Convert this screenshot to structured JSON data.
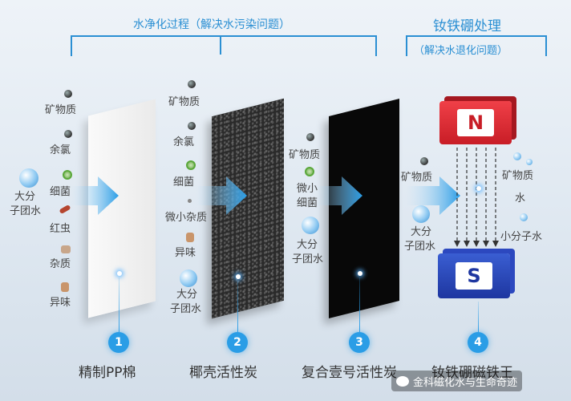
{
  "header": {
    "left_title": "水净化过程（解决水污染问题）",
    "right_title": "钕铁硼处理",
    "right_subtitle": "（解决水退化问题）"
  },
  "stage1": {
    "items": [
      "矿物质",
      "余氯",
      "细菌",
      "红虫",
      "杂质",
      "异味"
    ],
    "water": [
      "大分",
      "子团水"
    ]
  },
  "stage2": {
    "items": [
      "矿物质",
      "余氯",
      "细菌",
      "微小杂质",
      "异味"
    ],
    "water": [
      "大分",
      "子团水"
    ]
  },
  "stage3": {
    "items": [
      "矿物质",
      "微小",
      "细菌"
    ],
    "water": [
      "大分",
      "子团水"
    ]
  },
  "stage4": {
    "left": [
      "矿物质"
    ],
    "left_water": [
      "大分",
      "子团水"
    ],
    "right": [
      "矿物质",
      "水",
      "小分子水"
    ],
    "magnet_top": "N",
    "magnet_bottom": "S"
  },
  "captions": [
    {
      "num": "1",
      "label": "精制PP棉"
    },
    {
      "num": "2",
      "label": "椰壳活性炭"
    },
    {
      "num": "3",
      "label": "复合壹号活性炭"
    },
    {
      "num": "4",
      "label": "钕铁硼磁铁王"
    }
  ],
  "watermark": "金科磁化水与生命奇迹",
  "colors": {
    "accent": "#2a8fd3",
    "magnet_n": "#e02530",
    "magnet_s": "#2a49b8"
  }
}
